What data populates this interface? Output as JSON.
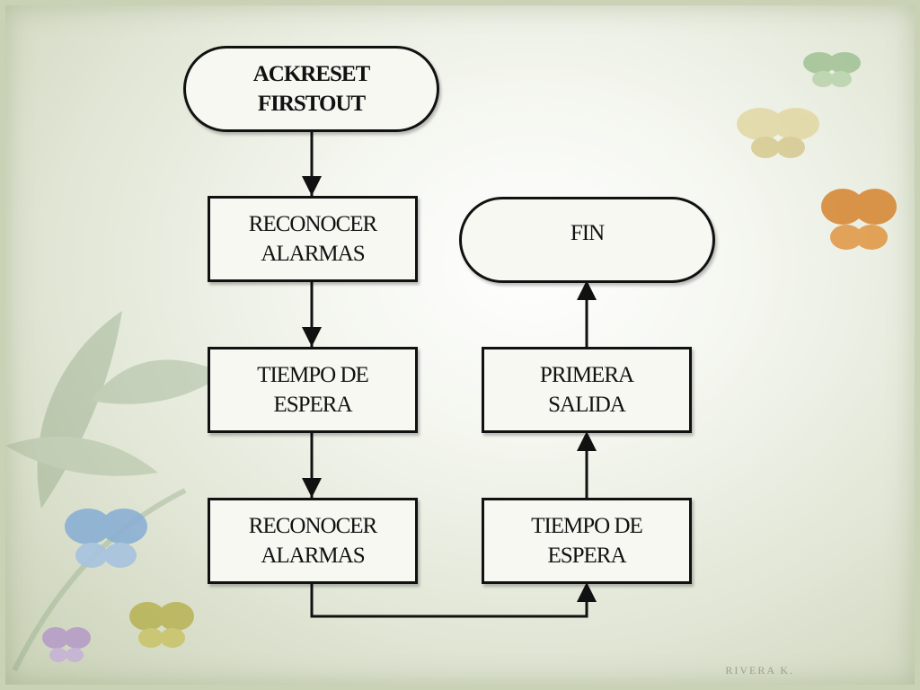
{
  "diagram": {
    "nodes": {
      "start": "ACKRESET\nFIRSTOUT",
      "recognize_1": "RECONOCER\nALARMAS",
      "wait_1": "TIEMPO DE\nESPERA",
      "recognize_2": "RECONOCER\nALARMAS",
      "wait_2": "TIEMPO DE\nESPERA",
      "first_out": "PRIMERA\nSALIDA",
      "end": "FIN"
    },
    "edges": [
      {
        "from": "start",
        "to": "recognize_1"
      },
      {
        "from": "recognize_1",
        "to": "wait_1"
      },
      {
        "from": "wait_1",
        "to": "recognize_2"
      },
      {
        "from": "recognize_2",
        "to": "wait_2"
      },
      {
        "from": "wait_2",
        "to": "first_out"
      },
      {
        "from": "first_out",
        "to": "end"
      }
    ]
  },
  "footer": {
    "author": "RIVERA K."
  },
  "colors": {
    "stroke": "#111111",
    "background": "#f4f6ef",
    "frame": "#c9d2b4"
  }
}
